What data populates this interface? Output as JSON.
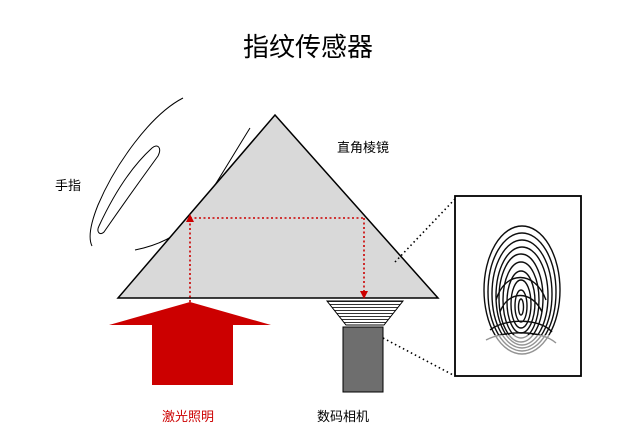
{
  "title": "指纹传感器",
  "labels": {
    "finger": "手指",
    "prism": "直角棱镜",
    "laser": "激光照明",
    "camera": "数码相机"
  },
  "colors": {
    "prism_fill": "#d9d9d9",
    "laser_arrow": "#cc0000",
    "light_path": "#cc0000",
    "camera_body": "#6e6e6e",
    "laser_label": "#cc0000"
  },
  "icons": {
    "fingerprint": "fingerprint-icon"
  }
}
